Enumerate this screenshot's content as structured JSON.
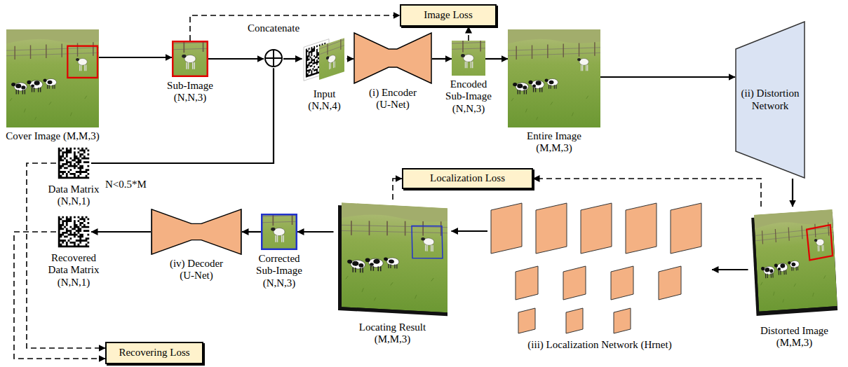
{
  "diagram": {
    "nodes": [
      {
        "text": [
          "Image Loss"
        ]
      },
      {
        "text": [
          "Cover Image (M,M,3)"
        ]
      },
      {
        "text": [
          "Sub-Image (N,N,3)"
        ]
      },
      {
        "text": [
          "Concatenate"
        ]
      },
      {
        "text": [
          "Input (N,N,4)"
        ]
      },
      {
        "text": [
          "(i) Encoder (U-Net)"
        ]
      },
      {
        "text": [
          "Encoded Sub-Image (N,N,3)"
        ]
      },
      {
        "text": [
          "Entire Image (M,M,3)"
        ]
      },
      {
        "text": [
          "(ii) Distortion Network"
        ]
      },
      {
        "text": [
          "Distorted Image (M,M,3)"
        ]
      },
      {
        "text": [
          "Localization Loss"
        ]
      },
      {
        "text": [
          "(iii) Localization Network (Hrnet)"
        ]
      },
      {
        "text": [
          "Locating Result (M,M,3)"
        ]
      },
      {
        "text": [
          "Corrected Sub-Image (N,N,3)"
        ]
      },
      {
        "text": [
          "(iv) Decoder (U-Net)"
        ]
      },
      {
        "text": [
          "Recovered Data Matrix (N,N,1)"
        ]
      },
      {
        "text": [
          "Data Matrix (N,N,1)"
        ]
      },
      {
        "text": [
          "Recovering Loss"
        ]
      }
    ],
    "edges": [
      {
        "from": 1,
        "to": 2,
        "arrow": "to"
      },
      {
        "from": 2,
        "to": 3,
        "arrow": "to"
      },
      {
        "from": 3,
        "to": 4,
        "arrow": "to"
      },
      {
        "from": 4,
        "to": 5,
        "arrow": "to"
      },
      {
        "from": 5,
        "to": 6,
        "arrow": "to"
      },
      {
        "from": 6,
        "to": 7,
        "arrow": "to"
      },
      {
        "from": 7,
        "to": 8,
        "arrow": "to"
      },
      {
        "from": 8,
        "to": 9,
        "arrow": "to"
      },
      {
        "from": 9,
        "to": 11,
        "arrow": "to"
      },
      {
        "from": 11,
        "to": 12,
        "arrow": "to"
      },
      {
        "from": 12,
        "to": 13,
        "arrow": "to"
      },
      {
        "from": 13,
        "to": 14,
        "arrow": "to"
      },
      {
        "from": 14,
        "to": 15,
        "arrow": "to"
      },
      {
        "from": 16,
        "to": 3,
        "arrow": "none"
      },
      {
        "from": 2,
        "to": 0,
        "arrow": "to"
      },
      {
        "from": 6,
        "to": 0,
        "arrow": "to"
      },
      {
        "from": 9,
        "to": 10,
        "arrow": "to"
      },
      {
        "from": 12,
        "to": 10,
        "arrow": "to"
      },
      {
        "from": 16,
        "to": 17,
        "arrow": "to"
      },
      {
        "from": 15,
        "to": 17,
        "arrow": "to"
      }
    ],
    "labels": [
      "N<0.5*M"
    ]
  }
}
